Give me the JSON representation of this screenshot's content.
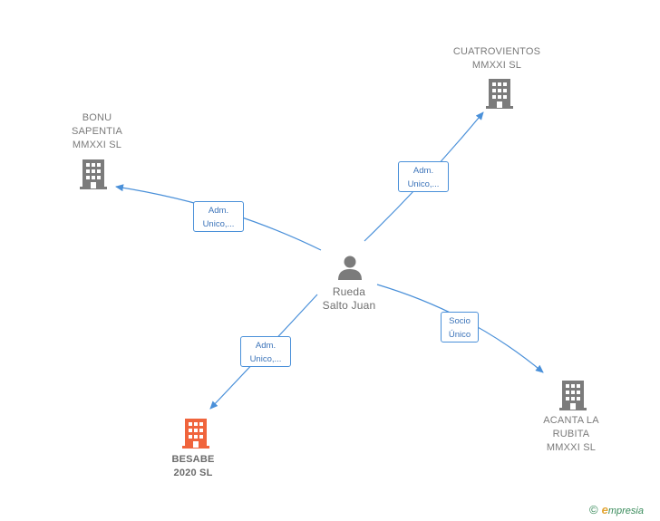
{
  "nodes": {
    "center": {
      "line1": "Rueda",
      "line2": "Salto Juan"
    },
    "cuatrovientos": {
      "line1": "CUATROVIENTOS",
      "line2": "MMXXI SL"
    },
    "bonu": {
      "line1": "BONU",
      "line2": "SAPENTIA",
      "line3": "MMXXI SL"
    },
    "acanta": {
      "line1": "ACANTA LA",
      "line2": "RUBITA",
      "line3": "MMXXI SL"
    },
    "besabe": {
      "line1": "BESABE",
      "line2": "2020 SL"
    }
  },
  "edges": {
    "to_cuatrovientos": {
      "line1": "Adm.",
      "line2": "Unico,..."
    },
    "to_bonu": {
      "line1": "Adm.",
      "line2": "Unico,..."
    },
    "to_acanta": {
      "line1": "Socio",
      "line2": "Único"
    },
    "to_besabe": {
      "line1": "Adm.",
      "line2": "Unico,..."
    }
  },
  "colors": {
    "edge": "#4a90d9",
    "building": "#7b7b7b",
    "building_highlight": "#f0643c",
    "person": "#7b7b7b"
  },
  "icons": {
    "person": "person-icon",
    "building": "building-icon"
  },
  "brand": {
    "copyright": "©",
    "e": "e",
    "rest": "mpresia"
  }
}
